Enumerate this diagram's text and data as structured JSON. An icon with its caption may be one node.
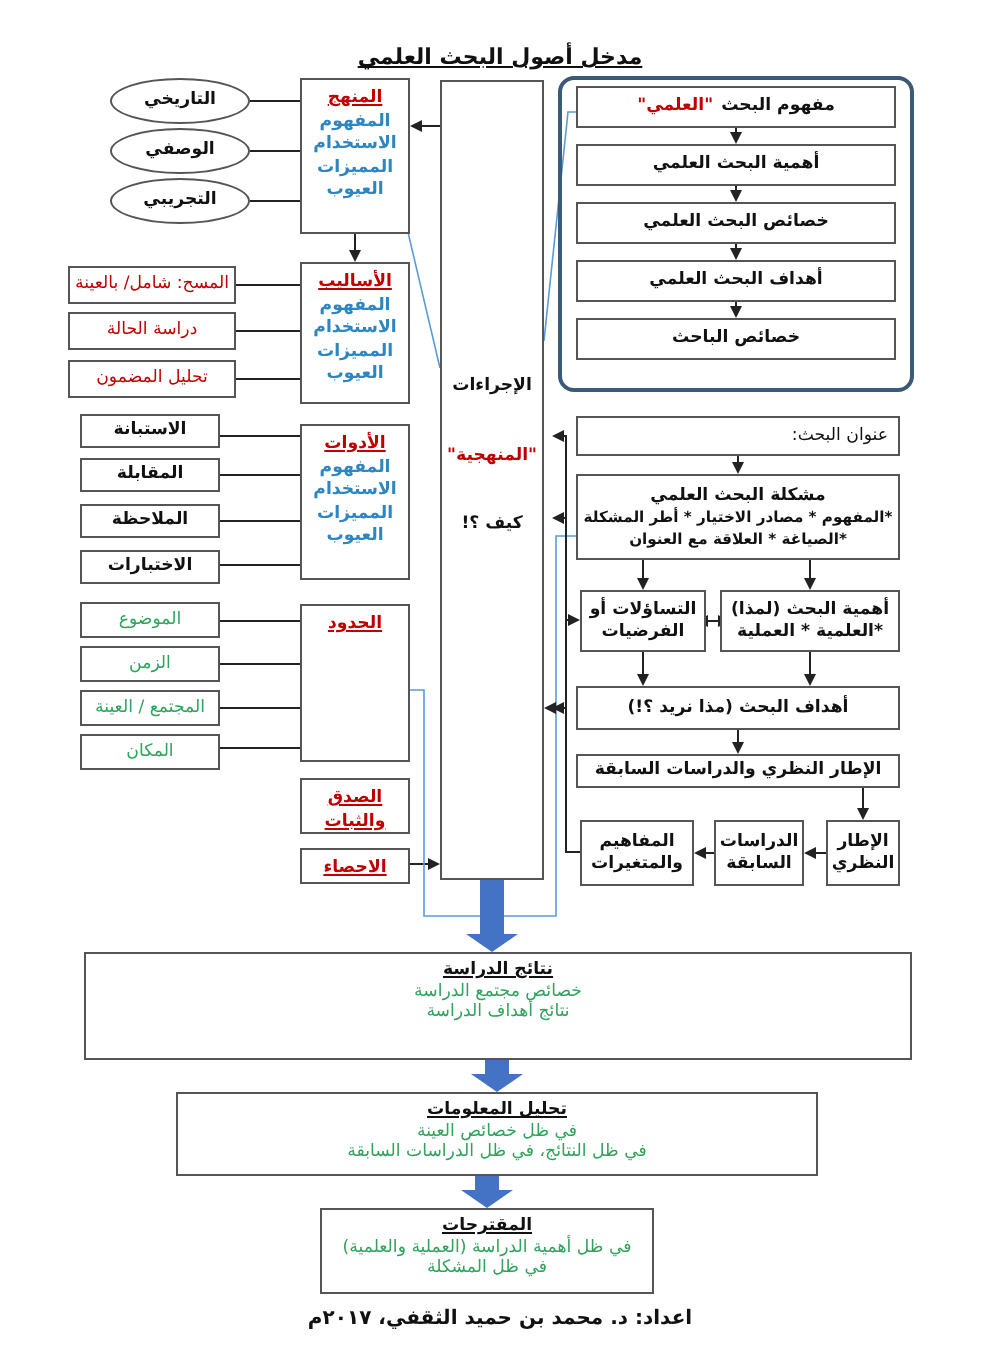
{
  "diagram": {
    "title": "مدخل أصول البحث العلمي",
    "nodes": [
      {
        "text": [],
        "shape": "box"
      },
      {
        "text": [
          "مفهوم البحث",
          "\"العلمي\""
        ],
        "in": 0
      },
      {
        "text": [
          "أهمية البحث العلمي"
        ],
        "in": 0
      },
      {
        "text": [
          "خصائص البحث العلمي"
        ],
        "in": 0
      },
      {
        "text": [
          "أهداف البحث العلمي"
        ],
        "in": 0
      },
      {
        "text": [
          "خصائص الباحث"
        ],
        "in": 0
      },
      {
        "text": [
          "الإجراءات",
          "\"المنهجية\"",
          "كيف ؟!"
        ]
      },
      {
        "text": [
          "المنهج",
          "المفهوم",
          "الاستخدام",
          "المميزات",
          "العيوب"
        ]
      },
      {
        "text": [
          "التاريخي"
        ]
      },
      {
        "text": [
          "الوصفي"
        ]
      },
      {
        "text": [
          "التجريبي"
        ]
      },
      {
        "text": [
          "الأساليب",
          "المفهوم",
          "الاستخدام",
          "المميزات",
          "العيوب"
        ]
      },
      {
        "text": [
          "المسح: شامل/ بالعينة"
        ]
      },
      {
        "text": [
          "دراسة الحالة"
        ]
      },
      {
        "text": [
          "تحليل المضمون"
        ]
      },
      {
        "text": [
          "الأدوات",
          "المفهوم",
          "الاستخدام",
          "المميزات",
          "العيوب"
        ]
      },
      {
        "text": [
          "الاستبانة"
        ]
      },
      {
        "text": [
          "المقابلة"
        ]
      },
      {
        "text": [
          "الملاحظة"
        ]
      },
      {
        "text": [
          "الاختبارات"
        ]
      },
      {
        "text": [
          "الحدود"
        ]
      },
      {
        "text": [
          "الموضوع"
        ]
      },
      {
        "text": [
          "الزمن"
        ]
      },
      {
        "text": [
          "المجتمع / العينة"
        ]
      },
      {
        "text": [
          "المكان"
        ]
      },
      {
        "text": [
          "الصدق والثبات"
        ]
      },
      {
        "text": [
          "الاحصاء"
        ]
      },
      {
        "text": [
          "عنوان البحث:"
        ]
      },
      {
        "text": [
          "مشكلة البحث العلمي",
          "*المفهوم * مصادر الاختيار * أطر المشكلة",
          "*الصياغة * العلاقة مع العنوان"
        ]
      },
      {
        "text": [
          "أهمية البحث (لمذا)",
          "*العلمية * العملية"
        ]
      },
      {
        "text": [
          "التساؤلات أو الفرضيات"
        ]
      },
      {
        "text": [
          "أهداف البحث (مذا نريد ؟!)"
        ]
      },
      {
        "text": [
          "الإطار النظري والدراسات السابقة"
        ]
      },
      {
        "text": [
          "الإطار النظري"
        ]
      },
      {
        "text": [
          "الدراسات السابقة"
        ]
      },
      {
        "text": [
          "المفاهيم والمتغيرات"
        ]
      },
      {
        "text": [
          "نتائج الدراسة",
          "خصائص مجتمع الدراسة",
          "نتائج أهداف الدراسة"
        ]
      },
      {
        "text": [
          "تحليل المعلومات",
          "في ظل خصائص العينة",
          "في ظل النتائج، في ظل الدراسات السابقة"
        ]
      },
      {
        "text": [
          "المقترحات",
          "في ظل أهمية الدراسة (العملية والعلمية)",
          "في ظل المشكلة"
        ]
      }
    ],
    "edges": [
      {
        "from": 1,
        "to": 2,
        "arrow": "to"
      },
      {
        "from": 2,
        "to": 3,
        "arrow": "to"
      },
      {
        "from": 3,
        "to": 4,
        "arrow": "to"
      },
      {
        "from": 4,
        "to": 5,
        "arrow": "to"
      },
      {
        "from": 6,
        "to": 7,
        "arrow": "to"
      },
      {
        "from": 7,
        "to": 11,
        "arrow": "to"
      },
      {
        "from": 8,
        "to": 7,
        "arrow": "none"
      },
      {
        "from": 9,
        "to": 7,
        "arrow": "none"
      },
      {
        "from": 10,
        "to": 7,
        "arrow": "none"
      },
      {
        "from": 12,
        "to": 11,
        "arrow": "none"
      },
      {
        "from": 13,
        "to": 11,
        "arrow": "none"
      },
      {
        "from": 14,
        "to": 11,
        "arrow": "none"
      },
      {
        "from": 16,
        "to": 15,
        "arrow": "none"
      },
      {
        "from": 17,
        "to": 15,
        "arrow": "none"
      },
      {
        "from": 18,
        "to": 15,
        "arrow": "none"
      },
      {
        "from": 19,
        "to": 15,
        "arrow": "none"
      },
      {
        "from": 21,
        "to": 20,
        "arrow": "none"
      },
      {
        "from": 22,
        "to": 20,
        "arrow": "none"
      },
      {
        "from": 23,
        "to": 20,
        "arrow": "none"
      },
      {
        "from": 24,
        "to": 20,
        "arrow": "none"
      },
      {
        "from": 26,
        "to": 6,
        "arrow": "to"
      },
      {
        "from": 1,
        "to": 6,
        "arrow": "none",
        "color": "#5b9bd5"
      },
      {
        "from": 7,
        "to": 6,
        "arrow": "none",
        "color": "#5b9bd5"
      },
      {
        "from": 20,
        "to": 28,
        "arrow": "none",
        "color": "#5b9bd5"
      },
      {
        "from": 27,
        "to": 28,
        "arrow": "to"
      },
      {
        "from": 28,
        "to": 30,
        "arrow": "to"
      },
      {
        "from": 28,
        "to": 29,
        "arrow": "to"
      },
      {
        "from": 29,
        "to": 30,
        "arrow": "both"
      },
      {
        "from": 30,
        "to": 31,
        "arrow": "to"
      },
      {
        "from": 29,
        "to": 31,
        "arrow": "to"
      },
      {
        "from": 31,
        "to": 32,
        "arrow": "to"
      },
      {
        "from": 32,
        "to": 33,
        "arrow": "to"
      },
      {
        "from": 33,
        "to": 34,
        "arrow": "to"
      },
      {
        "from": 34,
        "to": 35,
        "arrow": "to"
      },
      {
        "from": 35,
        "to": 27,
        "arrow": "to"
      },
      {
        "from": 35,
        "to": 28,
        "arrow": "to"
      },
      {
        "from": 35,
        "to": 30,
        "arrow": "to"
      },
      {
        "from": 35,
        "to": 31,
        "arrow": "to"
      },
      {
        "from": 35,
        "to": 6,
        "arrow": "to"
      },
      {
        "from": 6,
        "to": 36,
        "arrow": "to",
        "style": "thick",
        "color": "#4472c4"
      },
      {
        "from": 36,
        "to": 37,
        "arrow": "to",
        "style": "thick",
        "color": "#4472c4"
      },
      {
        "from": 37,
        "to": 38,
        "arrow": "to",
        "style": "thick",
        "color": "#4472c4"
      }
    ],
    "labels": [
      "اعداد: د. محمد بن حميد الثقفي، ٢٠١٧م"
    ]
  }
}
